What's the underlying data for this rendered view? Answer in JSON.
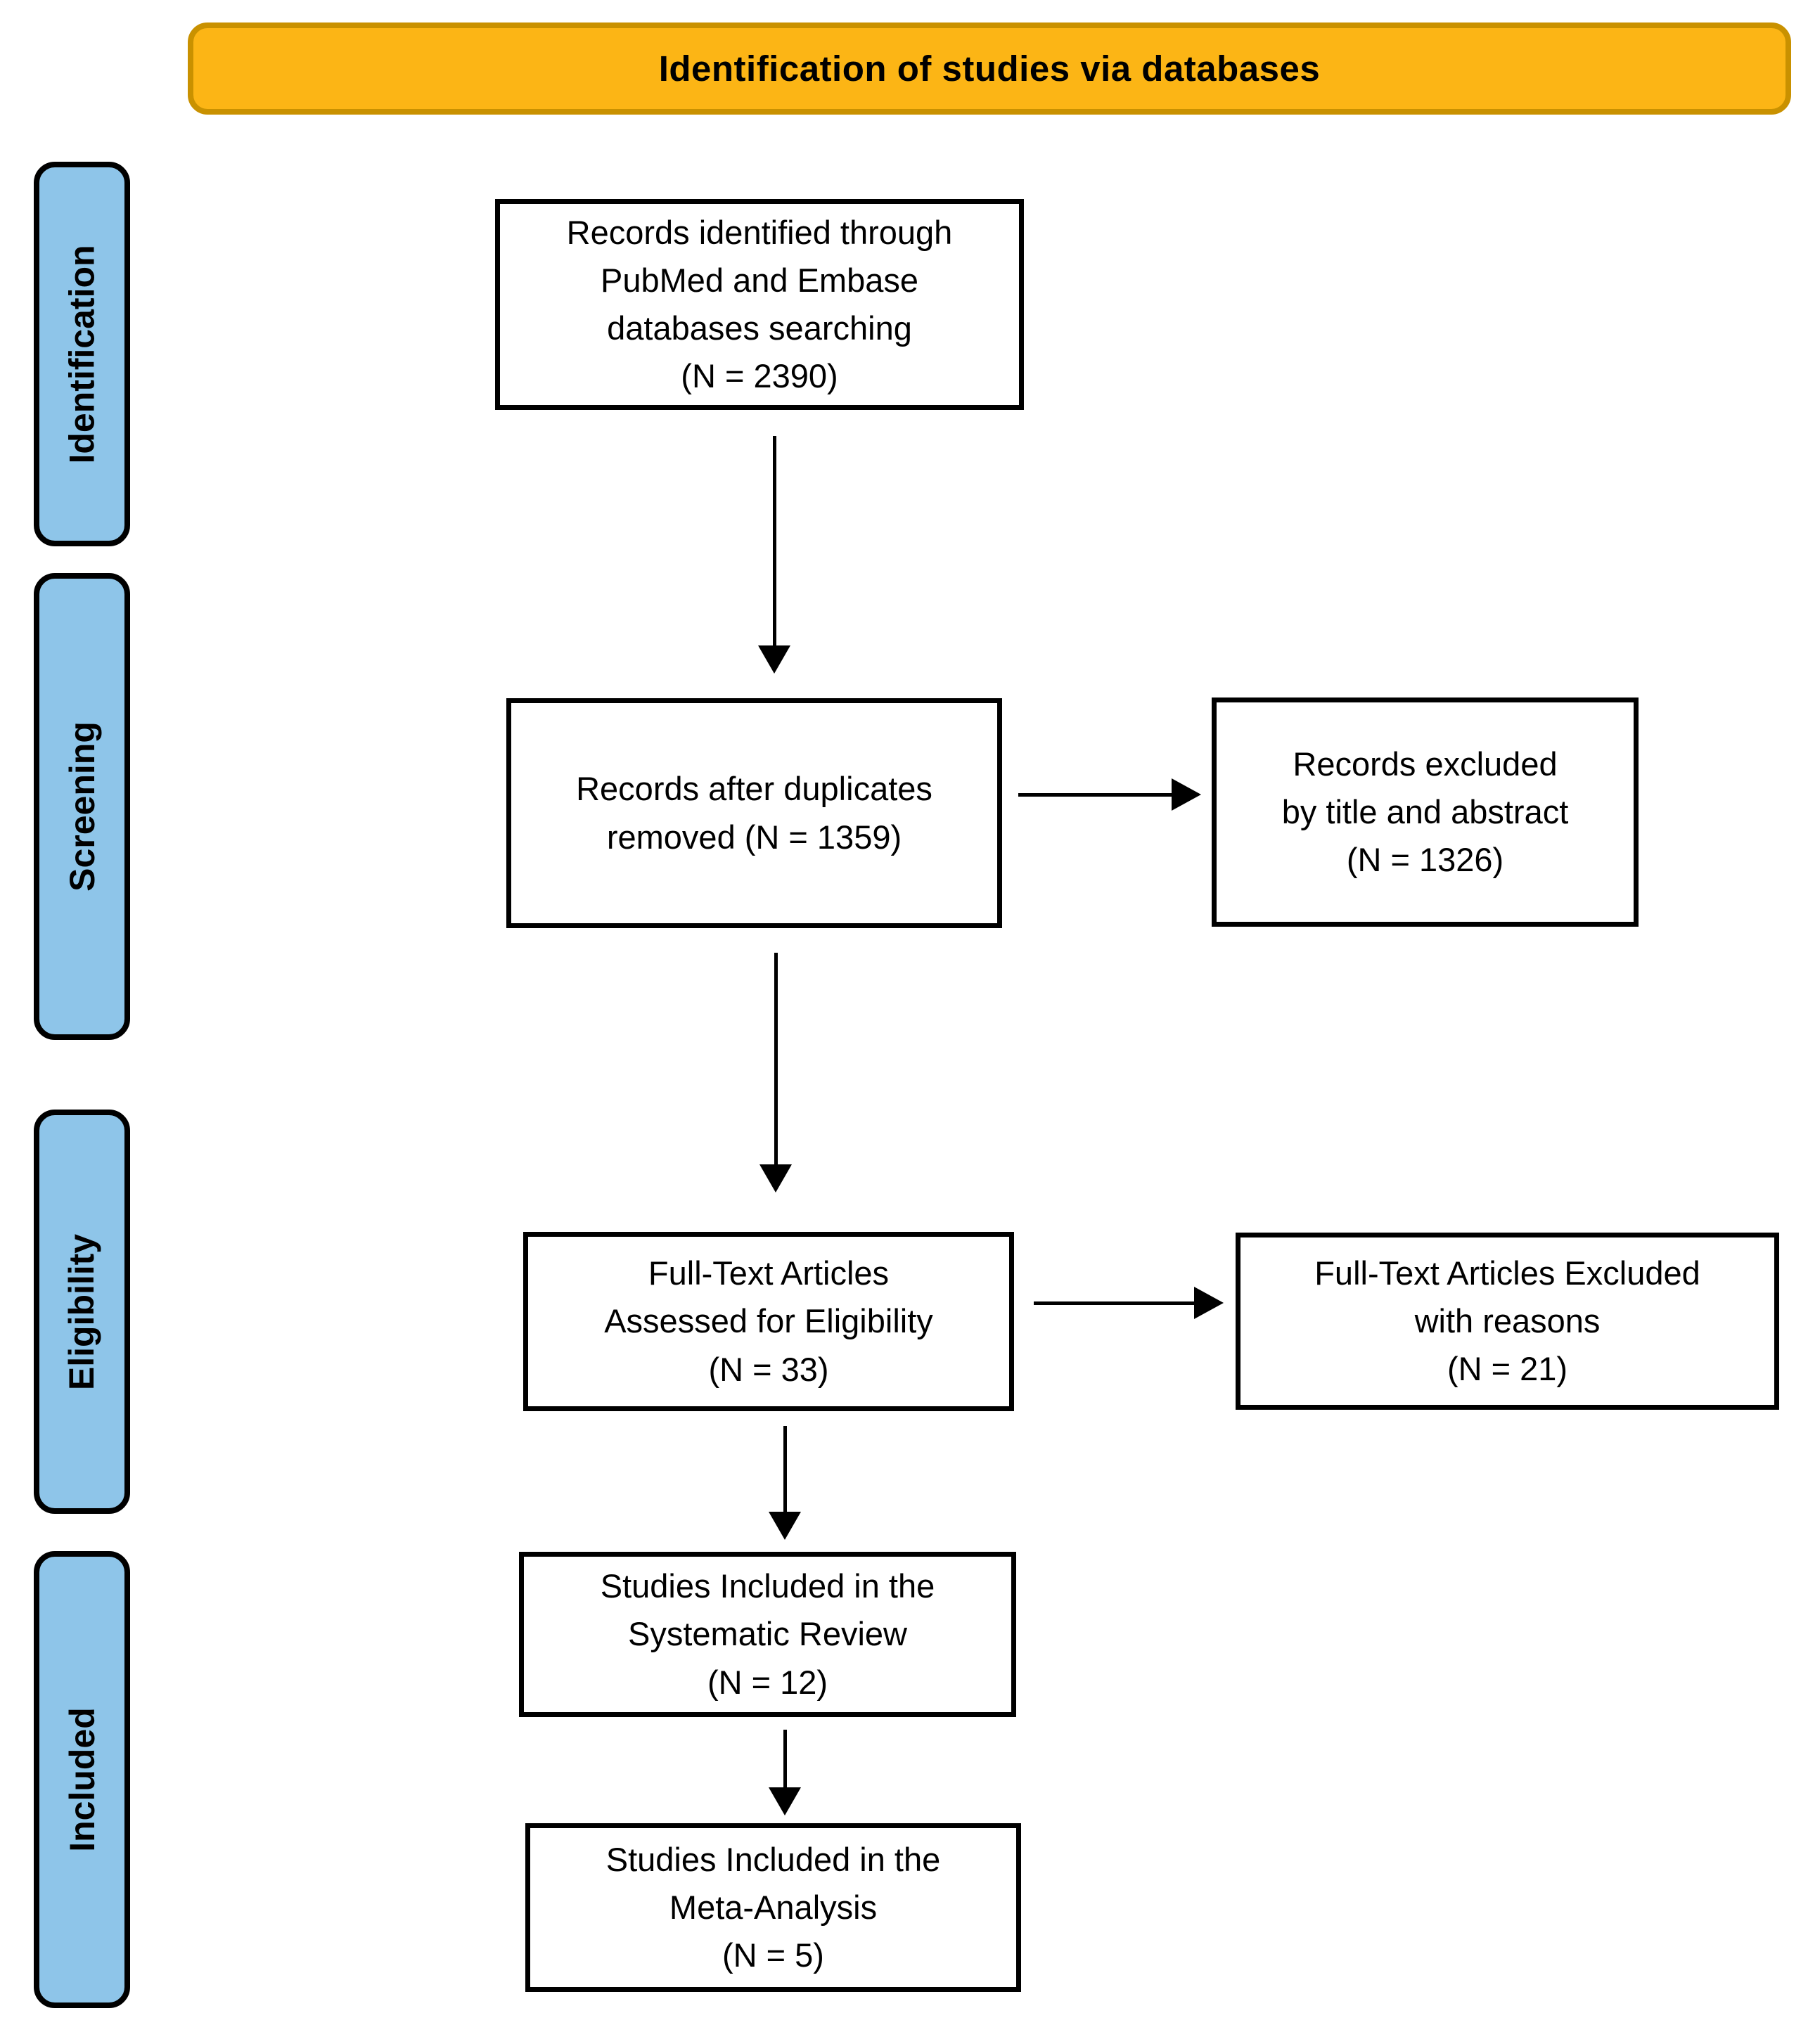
{
  "banner": {
    "label": "Identification of studies via databases"
  },
  "sidebar": {
    "stages": [
      {
        "label": "Identification"
      },
      {
        "label": "Screening"
      },
      {
        "label": "Eligibility"
      },
      {
        "label": "Included"
      }
    ]
  },
  "flow": {
    "main_boxes": [
      {
        "name": "records-identified",
        "text": "Records identified through\nPubMed and Embase\ndatabases searching\n(N = 2390)",
        "n": 2390
      },
      {
        "name": "records-after-duplicates",
        "text": "Records after duplicates\nremoved (N = 1359)",
        "n": 1359
      },
      {
        "name": "fulltext-assessed",
        "text": "Full-Text Articles\nAssessed for Eligibility\n(N = 33)",
        "n": 33
      },
      {
        "name": "included-systematic-review",
        "text": "Studies Included in the\nSystematic Review\n(N = 12)",
        "n": 12
      },
      {
        "name": "included-meta-analysis",
        "text": "Studies Included in the\nMeta-Analysis\n(N = 5)",
        "n": 5
      }
    ],
    "exclusion_boxes": [
      {
        "name": "records-excluded",
        "text": "Records excluded\nby title and abstract\n(N = 1326)",
        "n": 1326
      },
      {
        "name": "fulltext-excluded",
        "text": "Full-Text Articles Excluded\nwith reasons\n(N = 21)",
        "n": 21
      }
    ]
  },
  "colors": {
    "background": "#FFFFFF",
    "banner_fill": "#FCB515",
    "banner_border": "#C99100",
    "stage_fill": "#8EC5E9",
    "box_border": "#000000",
    "arrow": "#000000"
  }
}
